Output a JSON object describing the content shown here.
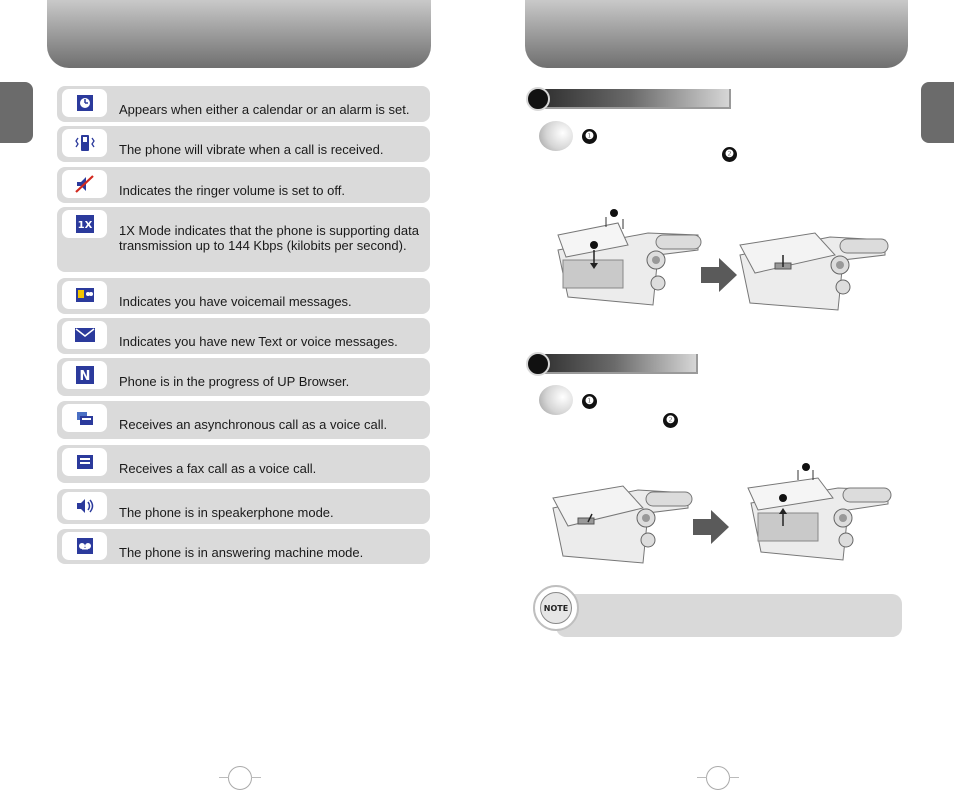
{
  "status_icons": [
    {
      "icon": "alarm-clock-icon",
      "text": "Appears when either a calendar or an alarm is set."
    },
    {
      "icon": "vibrate-icon",
      "text": "The phone will vibrate when a call is received."
    },
    {
      "icon": "ringer-off-icon",
      "text": "Indicates the ringer volume is set to off."
    },
    {
      "icon": "1x-mode-icon",
      "text": "1X Mode indicates that the phone is supporting data transmission up to 144 Kbps (kilobits per second)."
    },
    {
      "icon": "voicemail-icon",
      "text": "Indicates you have voicemail messages."
    },
    {
      "icon": "envelope-icon",
      "text": "Indicates you have new Text or voice messages."
    },
    {
      "icon": "browser-n-icon",
      "text": "Phone is in the progress of UP Browser."
    },
    {
      "icon": "async-call-icon",
      "text": "Receives an asynchronous call as a voice call."
    },
    {
      "icon": "fax-icon",
      "text": "Receives a fax call as a voice call."
    },
    {
      "icon": "speakerphone-icon",
      "text": "The phone is in speakerphone mode."
    },
    {
      "icon": "answering-machine-icon",
      "text": "The phone is in answering machine mode."
    }
  ],
  "step_markers": {
    "one": "❶",
    "two": "❷"
  },
  "colors": {
    "header": "#8a8a8a",
    "row_bg": "#dadada",
    "icon_blue": "#2b3a9c",
    "note_bg": "#d9d9d9"
  },
  "note_label": "NOTE"
}
